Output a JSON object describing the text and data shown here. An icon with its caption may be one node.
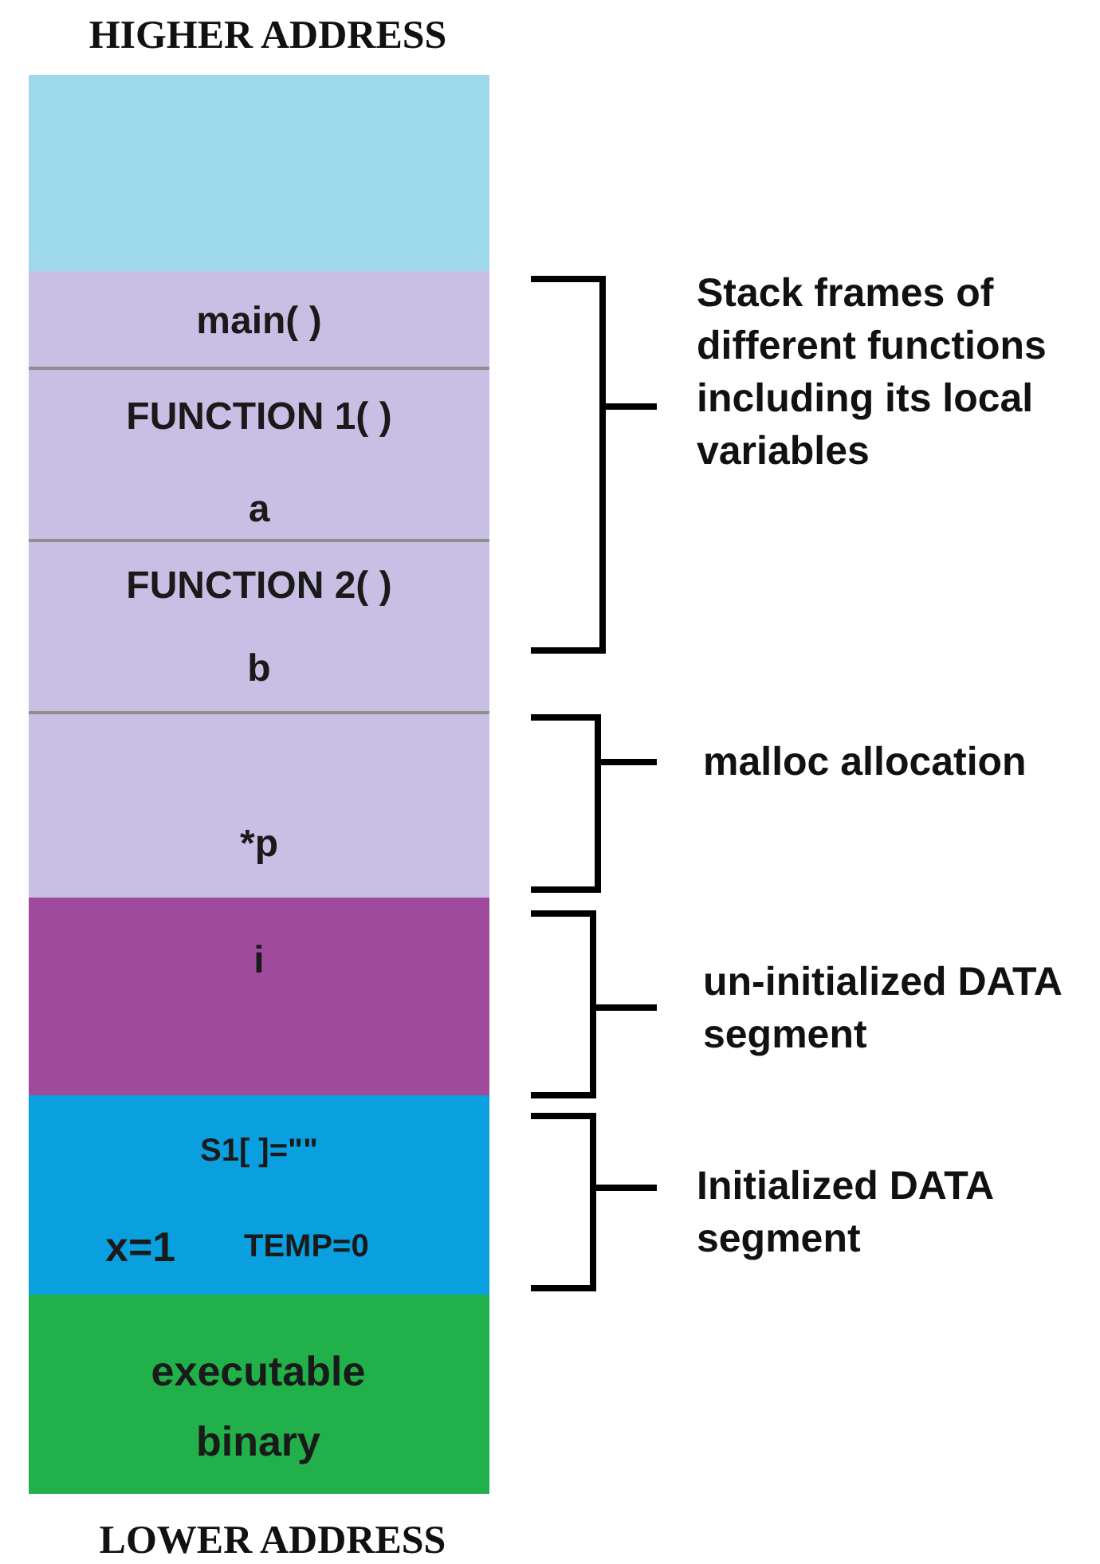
{
  "diagram": {
    "nodes": [
      {
        "text": [],
        "shape": "box"
      },
      {
        "text": [
          "main( )"
        ]
      },
      {
        "text": [
          "FUNCTION 1( )",
          "a"
        ]
      },
      {
        "text": [
          "FUNCTION 2( )",
          "b"
        ]
      },
      {
        "text": [
          "*p"
        ]
      },
      {
        "text": [
          "i"
        ]
      },
      {
        "text": [
          "S1[ ]=\"\"",
          "x=1",
          "TEMP=0"
        ]
      },
      {
        "text": [
          "executable binary"
        ]
      }
    ],
    "labels": [
      "HIGHER ADDRESS",
      "Stack frames of different functions including its local variables",
      "malloc allocation",
      "un-initialized DATA segment",
      "Initialized DATA segment",
      "LOWER ADDRESS"
    ]
  }
}
